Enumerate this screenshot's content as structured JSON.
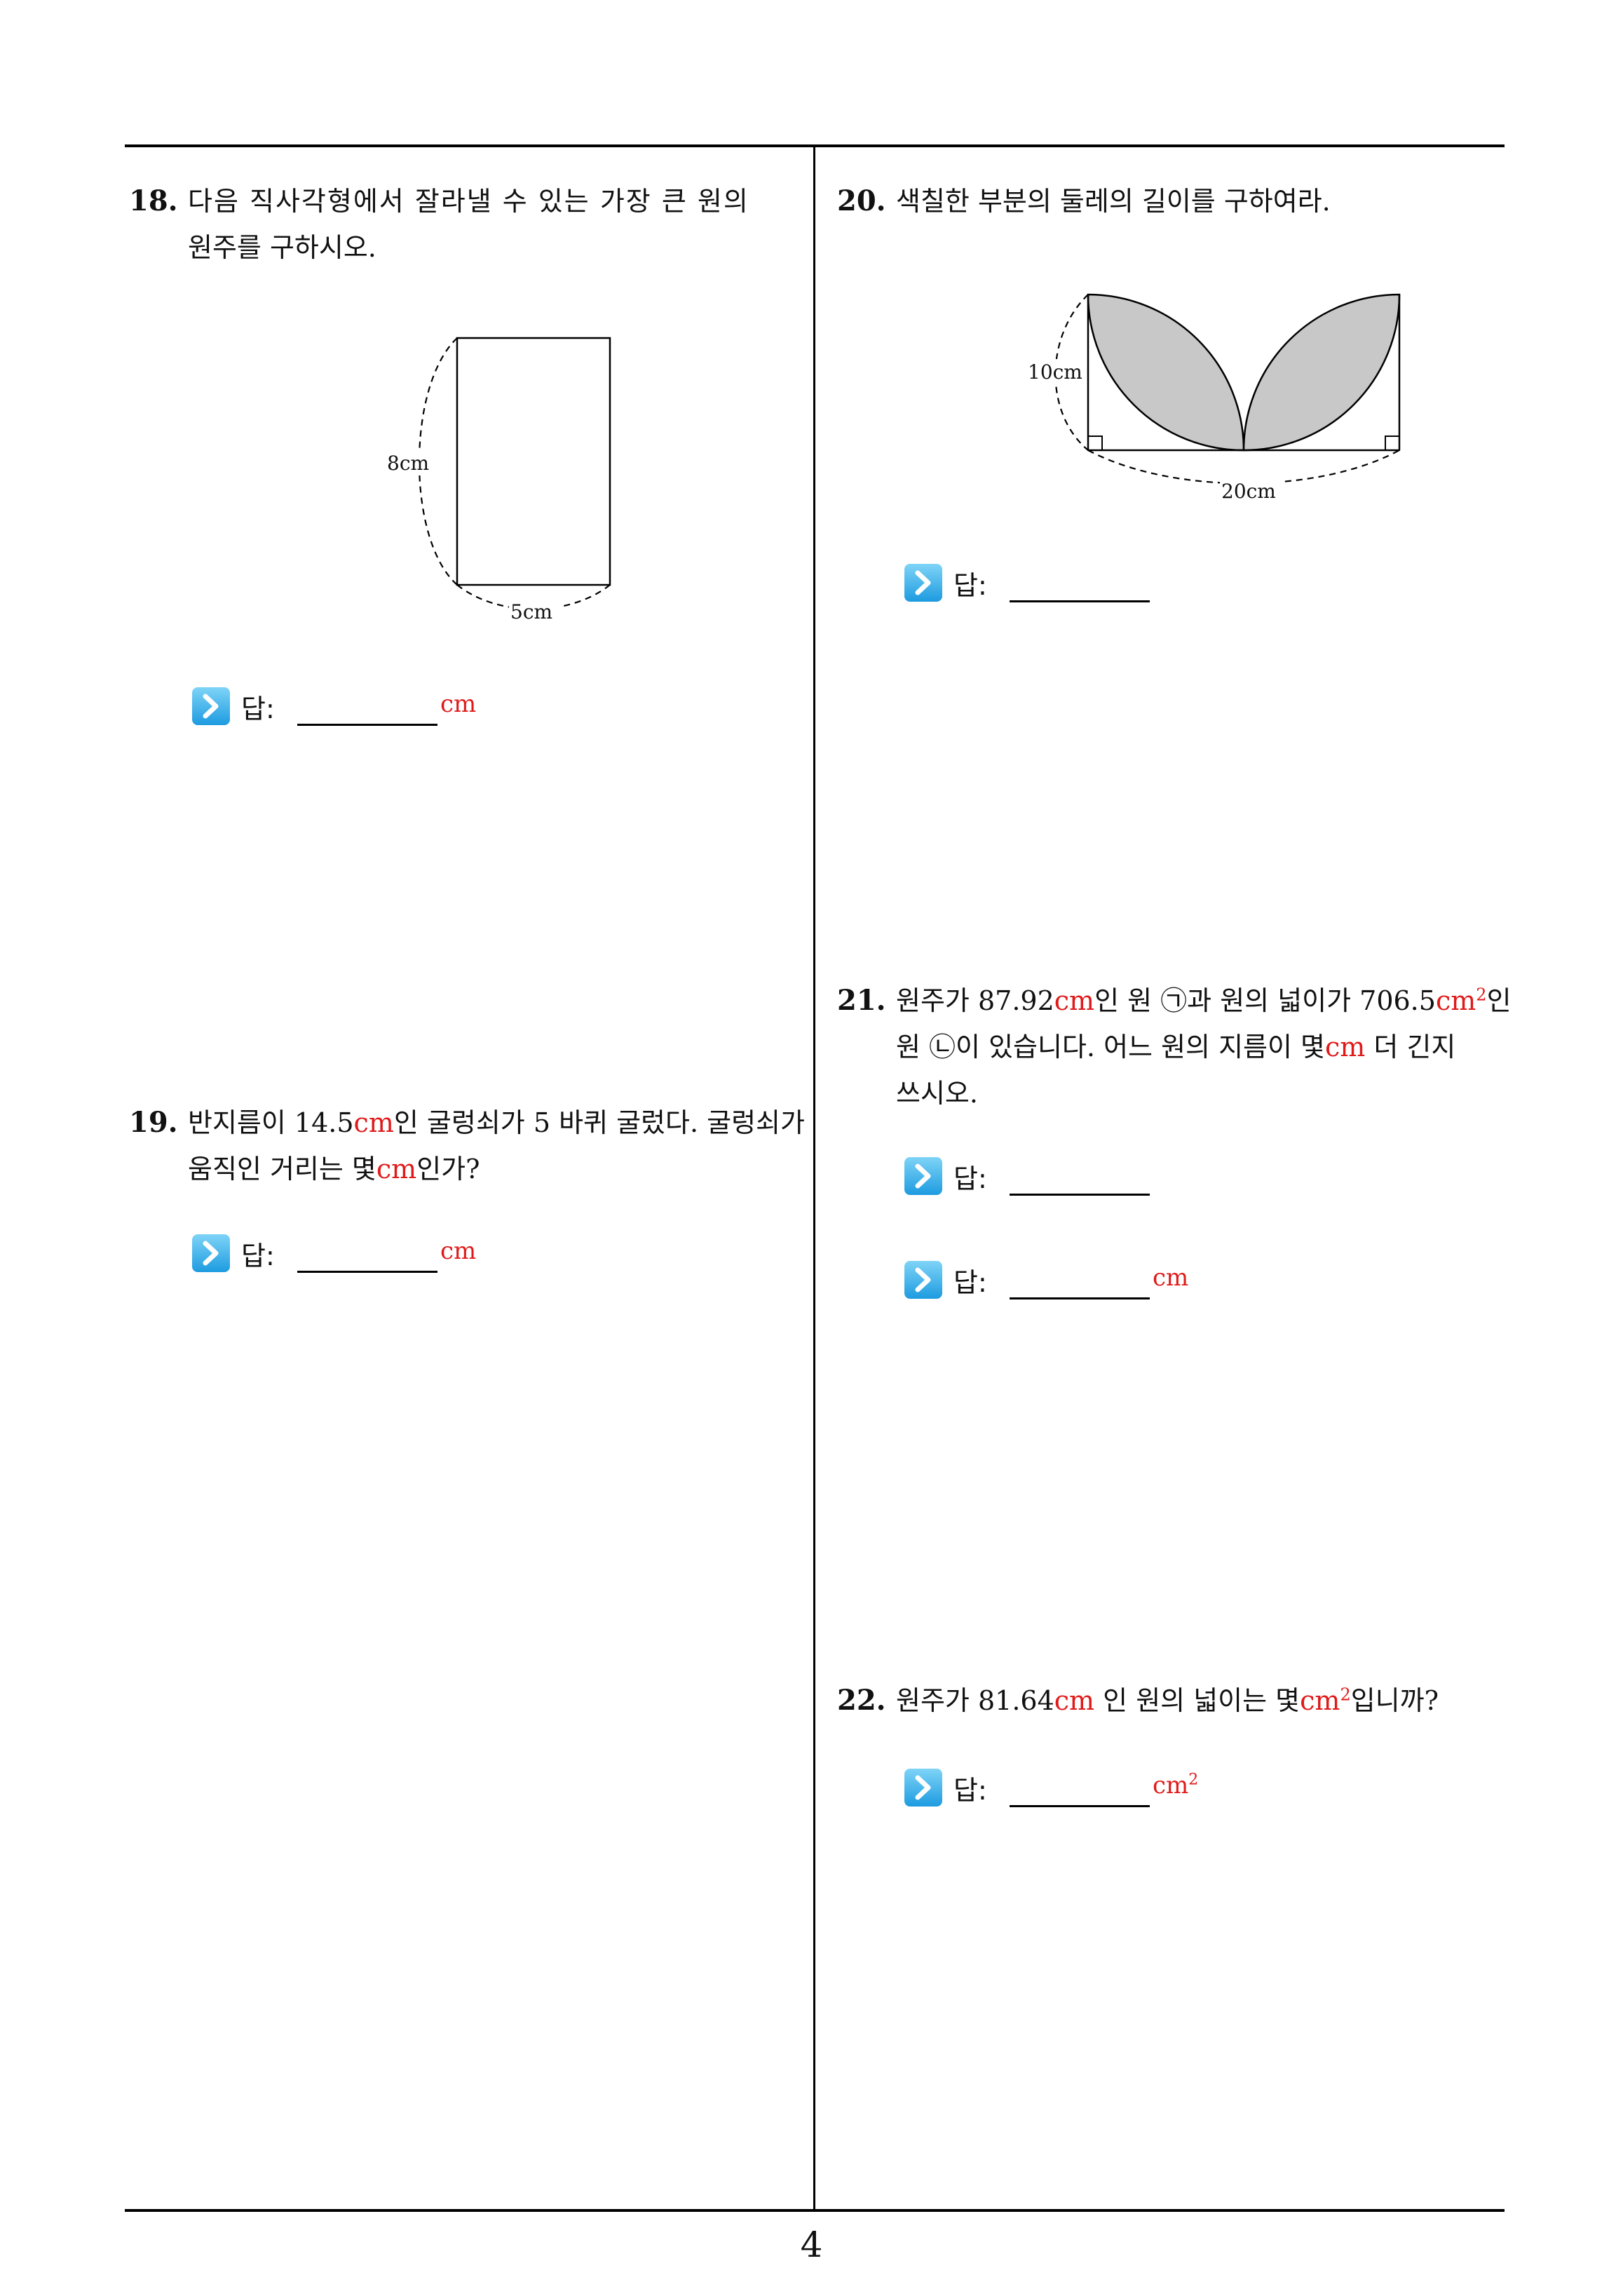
{
  "q18": {
    "number": "18.",
    "line1": "다음 직사각형에서 잘라낼 수 있는 가장 큰 원의",
    "line2": "원주를 구하시오.",
    "fig": {
      "height_label": "8cm",
      "width_label": "5cm"
    },
    "answer": {
      "label": "답:",
      "unit": "cm"
    }
  },
  "q19": {
    "number": "19.",
    "l1a": "반지름이 14.5",
    "l1unit": "cm",
    "l1b": "인 굴렁쇠가 5 바퀴 굴렀다. 굴렁쇠가",
    "l2a": "움직인 거리는 몇",
    "l2unit": "cm",
    "l2b": "인가?",
    "answer": {
      "label": "답:",
      "unit": "cm"
    }
  },
  "q20": {
    "number": "20.",
    "line1": "색칠한 부분의 둘레의 길이를 구하여라.",
    "fig": {
      "height_label": "10cm",
      "width_label": "20cm"
    },
    "answer": {
      "label": "답:",
      "unit": ""
    }
  },
  "q21": {
    "number": "21.",
    "l1a": "원주가 87.92",
    "l1unit": "cm",
    "l1b": "인 원 ㉠과 원의 넓이가 706.5",
    "l1unit2": "cm",
    "l1sup": "2",
    "l1c": "인",
    "l2a": "원 ㉡이 있습니다. 어느 원의 지름이 몇",
    "l2unit": "cm",
    "l2b": " 더 긴지",
    "line3": "쓰시오.",
    "answer1": {
      "label": "답:",
      "unit": ""
    },
    "answer2": {
      "label": "답:",
      "unit": "cm"
    }
  },
  "q22": {
    "number": "22.",
    "l1a": "원주가 81.64",
    "l1unit": "cm",
    "l1b": " 인 원의 넓이는 몇",
    "l1unit2": "cm",
    "l1sup": "2",
    "l1c": "입니까?",
    "answer": {
      "label": "답:",
      "unit": "cm",
      "unit_sup": "2"
    }
  },
  "page_number": "4"
}
